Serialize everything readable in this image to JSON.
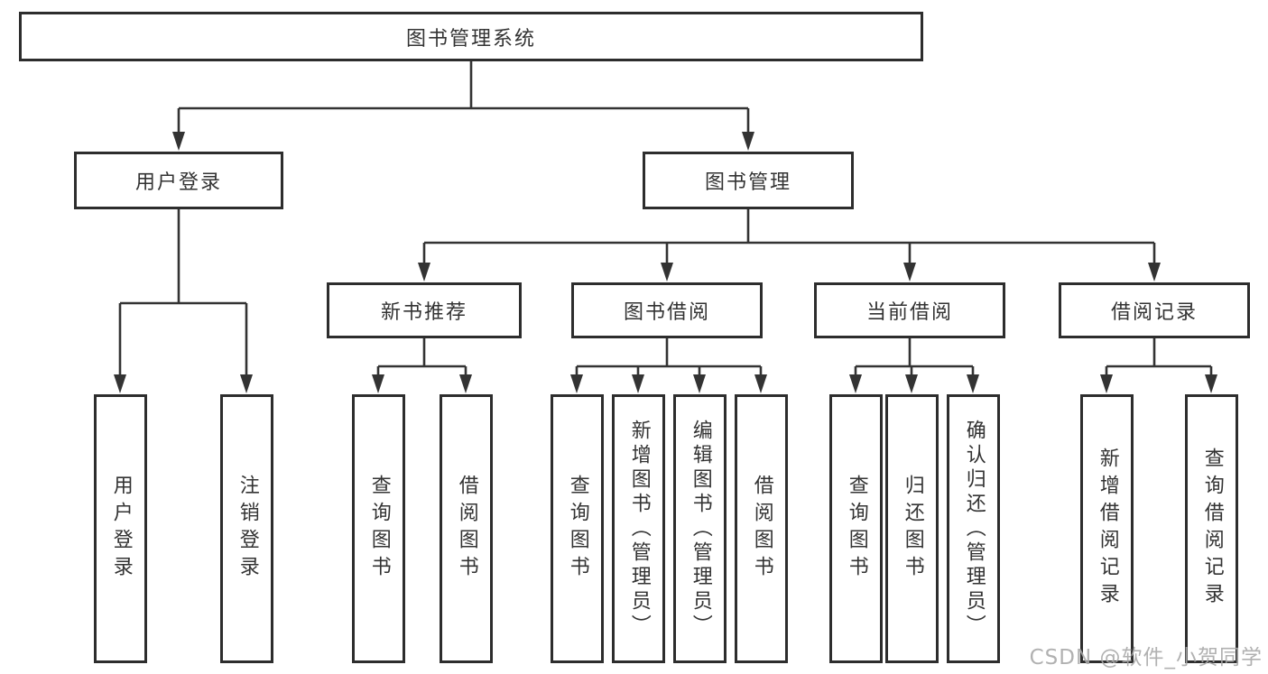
{
  "colors": {
    "line": "#333333",
    "box_border": "#2d2d2d",
    "text": "#333333",
    "watermark": "#a8a8a8",
    "background": "#ffffff"
  },
  "watermark": {
    "text": "CSDN @软件_小贺同学"
  },
  "tree": {
    "label": "图书管理系统",
    "children": [
      {
        "label": "用户登录",
        "children": [
          {
            "label": "用户登录"
          },
          {
            "label": "注销登录"
          }
        ]
      },
      {
        "label": "图书管理",
        "children": [
          {
            "label": "新书推荐",
            "children": [
              {
                "label": "查询图书"
              },
              {
                "label": "借阅图书"
              }
            ]
          },
          {
            "label": "图书借阅",
            "children": [
              {
                "label": "查询图书"
              },
              {
                "label": "新增图书（管理员）"
              },
              {
                "label": "编辑图书（管理员）"
              },
              {
                "label": "借阅图书"
              }
            ]
          },
          {
            "label": "当前借阅",
            "children": [
              {
                "label": "查询图书"
              },
              {
                "label": "归还图书"
              },
              {
                "label": "确认归还（管理员）"
              }
            ]
          },
          {
            "label": "借阅记录",
            "children": [
              {
                "label": "新增借阅记录"
              },
              {
                "label": "查询借阅记录"
              }
            ]
          }
        ]
      }
    ]
  }
}
